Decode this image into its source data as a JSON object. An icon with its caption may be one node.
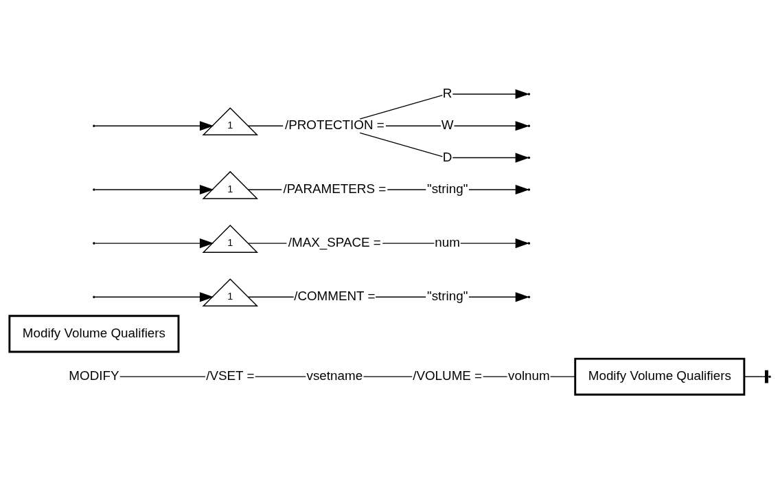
{
  "diagram": {
    "nodes": [
      {
        "text": [
          "MODIFY"
        ]
      },
      {
        "text": [
          "/VSET ="
        ]
      },
      {
        "text": [
          "vsetname"
        ]
      },
      {
        "text": [
          "/VOLUME ="
        ]
      },
      {
        "text": [
          "volnum"
        ]
      },
      {
        "text": [
          "Modify Volume Qualifiers"
        ]
      },
      {
        "text": [
          "Modify Volume Qualifiers"
        ]
      },
      {
        "text": [
          "1"
        ]
      },
      {
        "text": [
          "/COMMENT ="
        ]
      },
      {
        "text": [
          "\"string\""
        ]
      },
      {
        "text": [
          "1"
        ]
      },
      {
        "text": [
          "/MAX_SPACE ="
        ]
      },
      {
        "text": [
          "num"
        ]
      },
      {
        "text": [
          "1"
        ]
      },
      {
        "text": [
          "/PARAMETERS ="
        ]
      },
      {
        "text": [
          "\"string\""
        ]
      },
      {
        "text": [
          "1"
        ]
      },
      {
        "text": [
          "/PROTECTION ="
        ]
      },
      {
        "text": [
          "R"
        ]
      },
      {
        "text": [
          "W"
        ]
      },
      {
        "text": [
          "D"
        ]
      }
    ],
    "edges": [
      {
        "from": 0,
        "to": 1,
        "arrow": "none"
      },
      {
        "from": 1,
        "to": 2,
        "arrow": "none"
      },
      {
        "from": 2,
        "to": 3,
        "arrow": "none"
      },
      {
        "from": 3,
        "to": 4,
        "arrow": "none"
      },
      {
        "from": 4,
        "to": 5,
        "arrow": "none"
      },
      {
        "from": 5,
        "to": null,
        "arrow": "other"
      },
      {
        "from": null,
        "to": 7,
        "arrow": "to"
      },
      {
        "from": null,
        "to": 10,
        "arrow": "to"
      },
      {
        "from": null,
        "to": 13,
        "arrow": "to"
      },
      {
        "from": null,
        "to": 16,
        "arrow": "to"
      },
      {
        "from": 7,
        "to": 8,
        "arrow": "none"
      },
      {
        "from": 8,
        "to": 9,
        "arrow": "none"
      },
      {
        "from": 9,
        "to": null,
        "arrow": "to"
      },
      {
        "from": 10,
        "to": 11,
        "arrow": "none"
      },
      {
        "from": 11,
        "to": 12,
        "arrow": "none"
      },
      {
        "from": 12,
        "to": null,
        "arrow": "to"
      },
      {
        "from": 13,
        "to": 14,
        "arrow": "none"
      },
      {
        "from": 14,
        "to": 15,
        "arrow": "none"
      },
      {
        "from": 15,
        "to": null,
        "arrow": "to"
      },
      {
        "from": 16,
        "to": 17,
        "arrow": "none"
      },
      {
        "from": 17,
        "to": 18,
        "arrow": "none"
      },
      {
        "from": 17,
        "to": 19,
        "arrow": "none"
      },
      {
        "from": 17,
        "to": 20,
        "arrow": "none"
      },
      {
        "from": 18,
        "to": null,
        "arrow": "to"
      },
      {
        "from": 19,
        "to": null,
        "arrow": "to"
      },
      {
        "from": 20,
        "to": null,
        "arrow": "to"
      }
    ]
  }
}
